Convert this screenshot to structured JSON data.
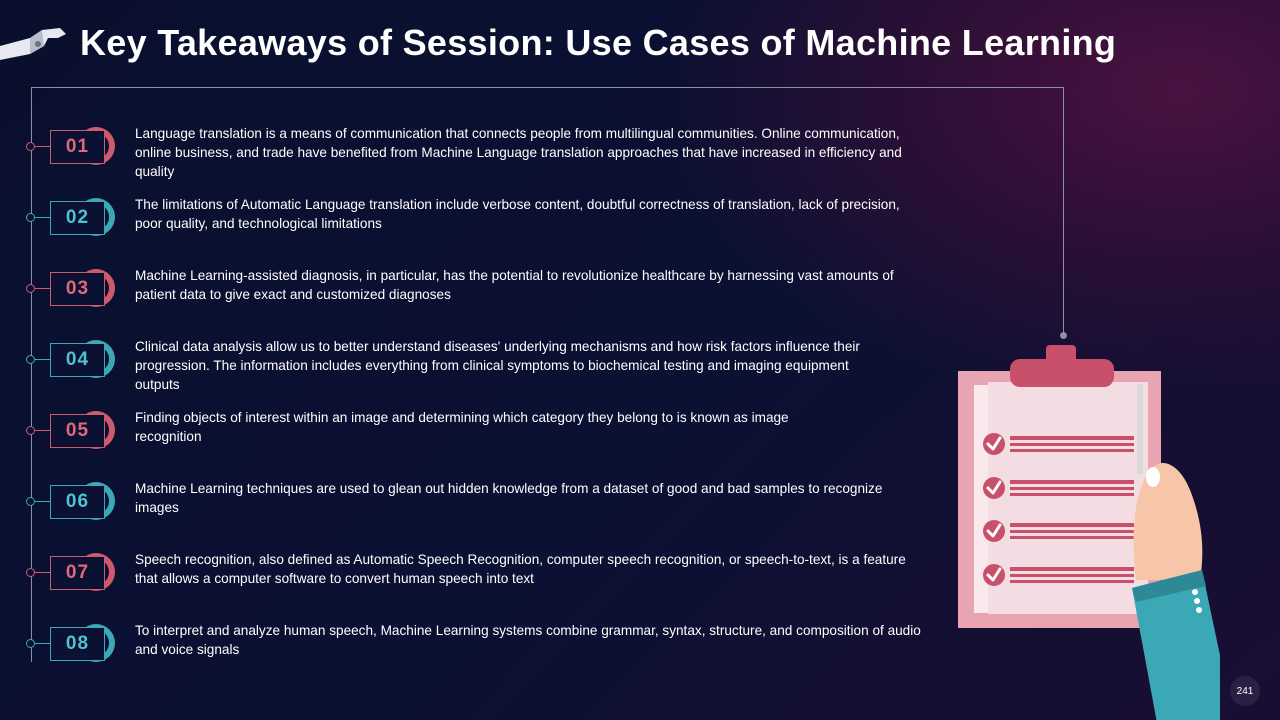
{
  "slide": {
    "title": "Key Takeaways of Session: Use Cases of Machine Learning",
    "page_number": "241",
    "colors": {
      "background": "#0b1133",
      "accent_red": "#cf5a6e",
      "accent_teal": "#3aa8b5",
      "clipboard": "#e8a4b0"
    }
  },
  "items": [
    {
      "num": "01",
      "color": "red",
      "text": "Language translation is a means of communication that connects people from multilingual communities. Online communication, online business, and trade have benefited from Machine Language translation approaches that have increased in efficiency and quality"
    },
    {
      "num": "02",
      "color": "teal",
      "text": "The limitations of Automatic Language translation include verbose content, doubtful correctness of translation, lack of precision, poor quality, and technological limitations"
    },
    {
      "num": "03",
      "color": "red",
      "text": "Machine Learning-assisted diagnosis, in particular, has the potential to revolutionize healthcare by harnessing vast amounts of patient data to give exact and customized diagnoses"
    },
    {
      "num": "04",
      "color": "teal",
      "text": "Clinical data analysis allow us to better understand diseases' underlying mechanisms and how risk factors influence their progression. The information includes everything from clinical symptoms to biochemical testing and imaging equipment outputs"
    },
    {
      "num": "05",
      "color": "red",
      "text": "Finding objects of interest within an image and determining which category they belong to is known as image recognition"
    },
    {
      "num": "06",
      "color": "teal",
      "text": "Machine Learning techniques are used to glean out hidden knowledge from a dataset of good and bad samples to recognize images"
    },
    {
      "num": "07",
      "color": "red",
      "text": "Speech recognition, also defined as Automatic Speech Recognition, computer speech recognition, or speech-to-text, is a feature that allows a computer software to convert human speech into text"
    },
    {
      "num": "08",
      "color": "teal",
      "text": "To interpret and analyze human speech, Machine Learning systems combine grammar, syntax, structure, and composition of audio and voice signals"
    }
  ],
  "icons": {
    "header": "robot-hand-icon",
    "illustration": "clipboard-checklist-icon",
    "check": "check-icon"
  }
}
